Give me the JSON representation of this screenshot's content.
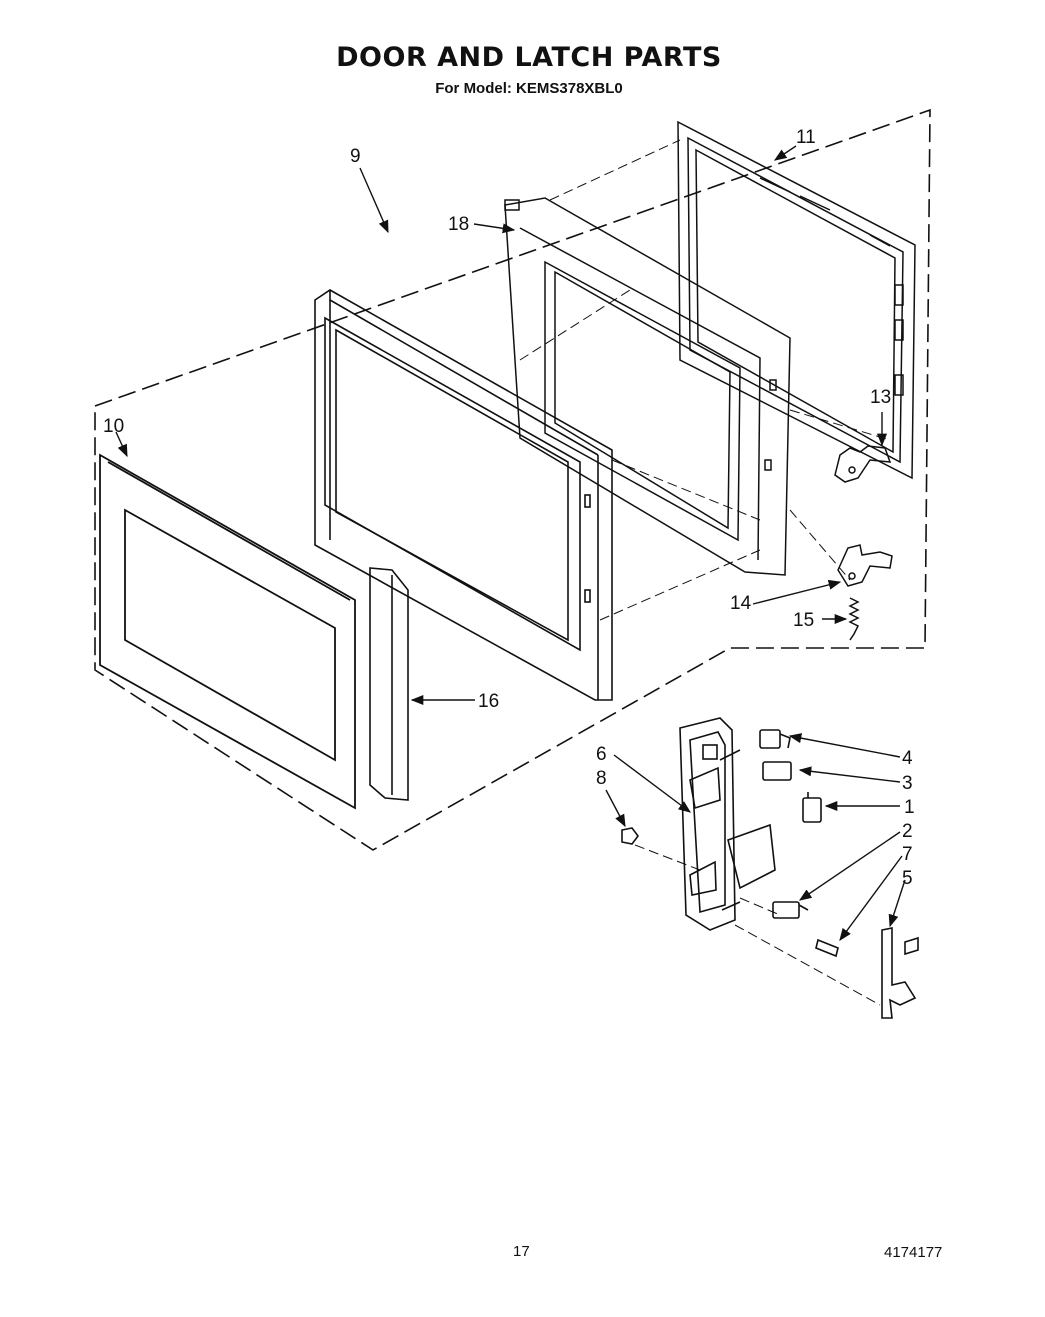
{
  "header": {
    "title": "DOOR AND LATCH PARTS",
    "model_line": "For Model: KEMS378XBL0"
  },
  "callouts": {
    "n1": "1",
    "n2": "2",
    "n3": "3",
    "n4": "4",
    "n5": "5",
    "n6": "6",
    "n7": "7",
    "n8": "8",
    "n9": "9",
    "n10": "10",
    "n11": "11",
    "n13": "13",
    "n14": "14",
    "n15": "15",
    "n16": "16",
    "n18": "18"
  },
  "footer": {
    "page_number": "17",
    "doc_number": "4174177"
  }
}
